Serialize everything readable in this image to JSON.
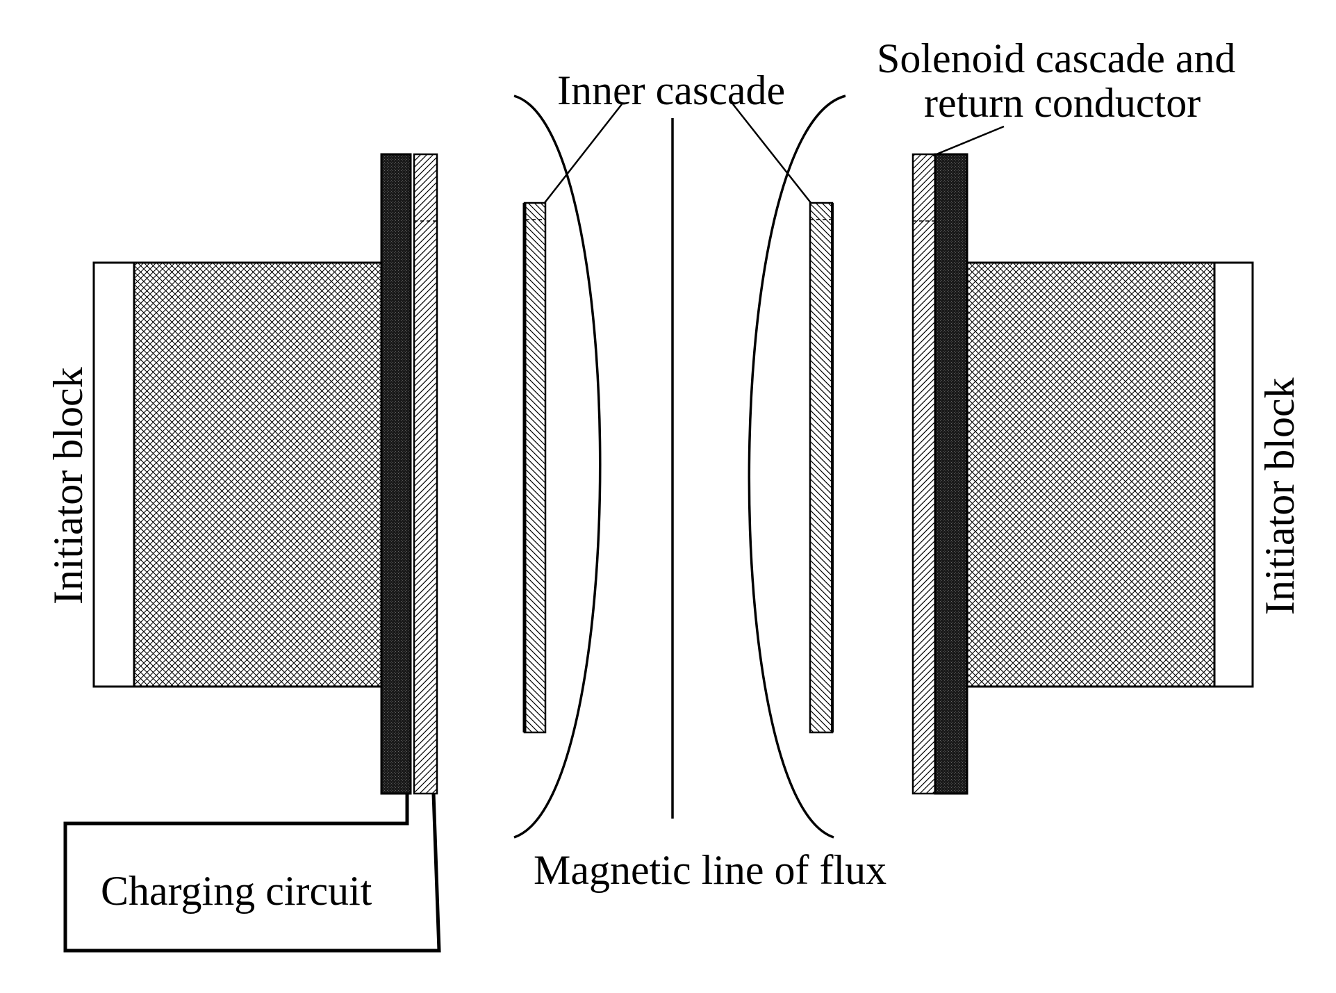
{
  "labels": {
    "initiator_left": "Initiator block",
    "initiator_right": "Initiator block",
    "inner_cascade": "Inner cascade",
    "solenoid_line1": "Solenoid cascade and",
    "solenoid_line2": "return conductor",
    "charging_circuit": "Charging circuit",
    "magnetic_flux": "Magnetic line of flux"
  },
  "colors": {
    "ink": "#000000",
    "background": "#ffffff",
    "dark_layer": "#2a2a2a"
  }
}
